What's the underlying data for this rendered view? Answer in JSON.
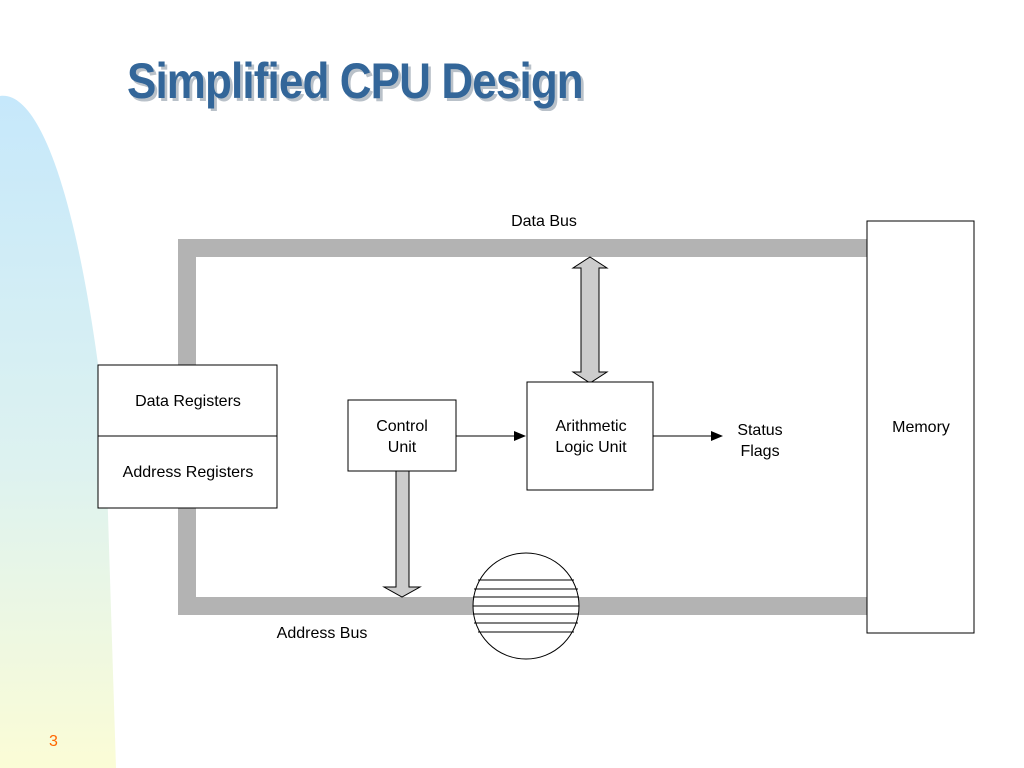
{
  "slide": {
    "title": "Simplified CPU Design",
    "number": "3"
  },
  "colors": {
    "title": "#336699",
    "bus": "#b3b3b3",
    "slide_number": "#ff6600"
  },
  "diagram": {
    "data_bus": {
      "label": "Data Bus"
    },
    "address_bus": {
      "label": "Address Bus"
    },
    "data_registers": {
      "label": "Data Registers"
    },
    "address_registers": {
      "label": "Address Registers"
    },
    "control_unit": {
      "line1": "Control",
      "line2": "Unit"
    },
    "alu": {
      "line1": "Arithmetic",
      "line2": "Logic Unit"
    },
    "status_flags": {
      "line1": "Status",
      "line2": "Flags"
    },
    "memory": {
      "label": "Memory"
    }
  }
}
